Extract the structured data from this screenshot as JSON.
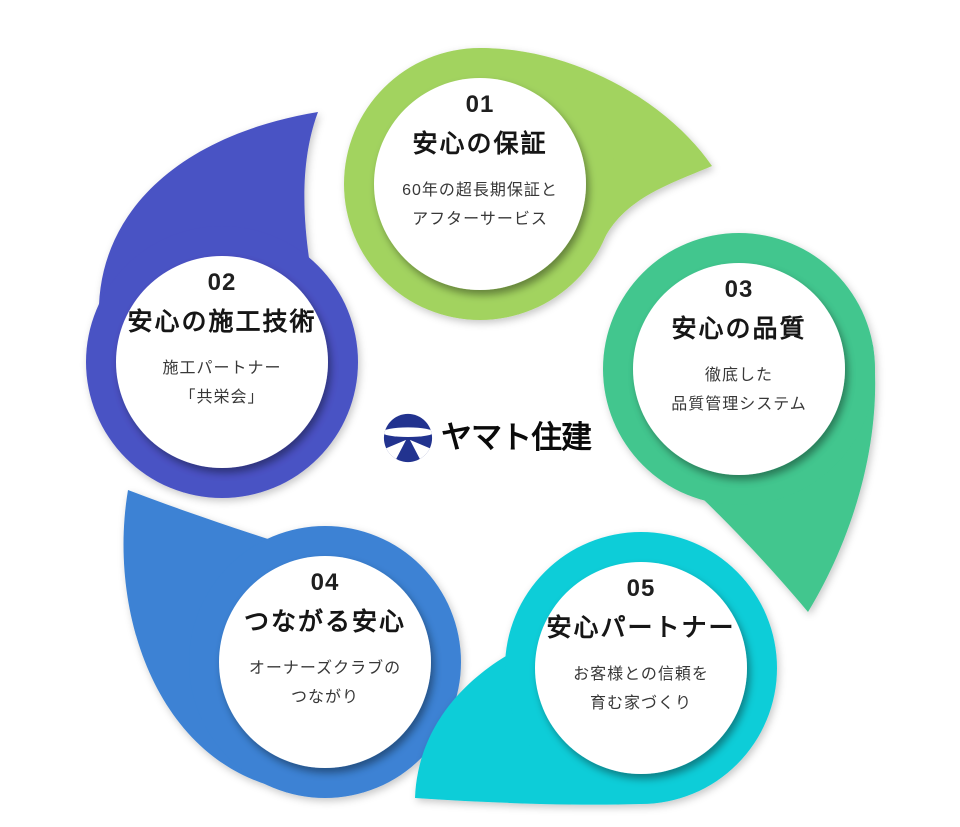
{
  "diagram": {
    "brand": {
      "name": "ヤマト住建",
      "logo_color": "#22338f",
      "text_color": "#0a0a0a"
    },
    "items": [
      {
        "number": "01",
        "title": "安心の保証",
        "desc_lines": [
          "60年の超長期保証と",
          "アフターサービス"
        ],
        "color": "#a2d35f"
      },
      {
        "number": "02",
        "title": "安心の施工技術",
        "desc_lines": [
          "施工パートナー",
          "「共栄会」"
        ],
        "color": "#4a52c4"
      },
      {
        "number": "03",
        "title": "安心の品質",
        "desc_lines": [
          "徹底した",
          "品質管理システム"
        ],
        "color": "#42c68e"
      },
      {
        "number": "04",
        "title": "つながる安心",
        "desc_lines": [
          "オーナーズクラブの",
          "つながり"
        ],
        "color": "#3c82d4"
      },
      {
        "number": "05",
        "title": "安心パートナー",
        "desc_lines": [
          "お客様との信頼を",
          "育む家づくり"
        ],
        "color": "#0fcdd8"
      }
    ]
  }
}
